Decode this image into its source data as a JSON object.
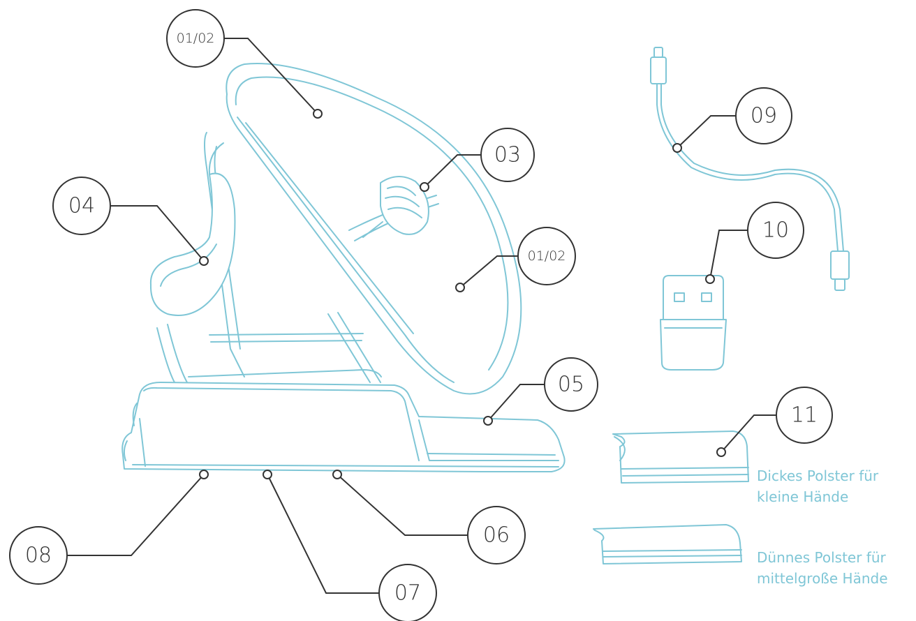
{
  "callouts": {
    "c01a": "01/02",
    "c01b": "01/02",
    "c03": "03",
    "c04": "04",
    "c05": "05",
    "c06": "06",
    "c07": "07",
    "c08": "08",
    "c09": "09",
    "c10": "10",
    "c11": "11"
  },
  "pads": {
    "thick_line1": "Dickes Polster für",
    "thick_line2": "kleine Hände",
    "thin_line1": "Dünnes Polster für",
    "thin_line2": "mittelgroße Hände"
  },
  "colors": {
    "outline": "#7fc6d6",
    "leader": "#333333",
    "label_text": "#7fc6d6"
  }
}
